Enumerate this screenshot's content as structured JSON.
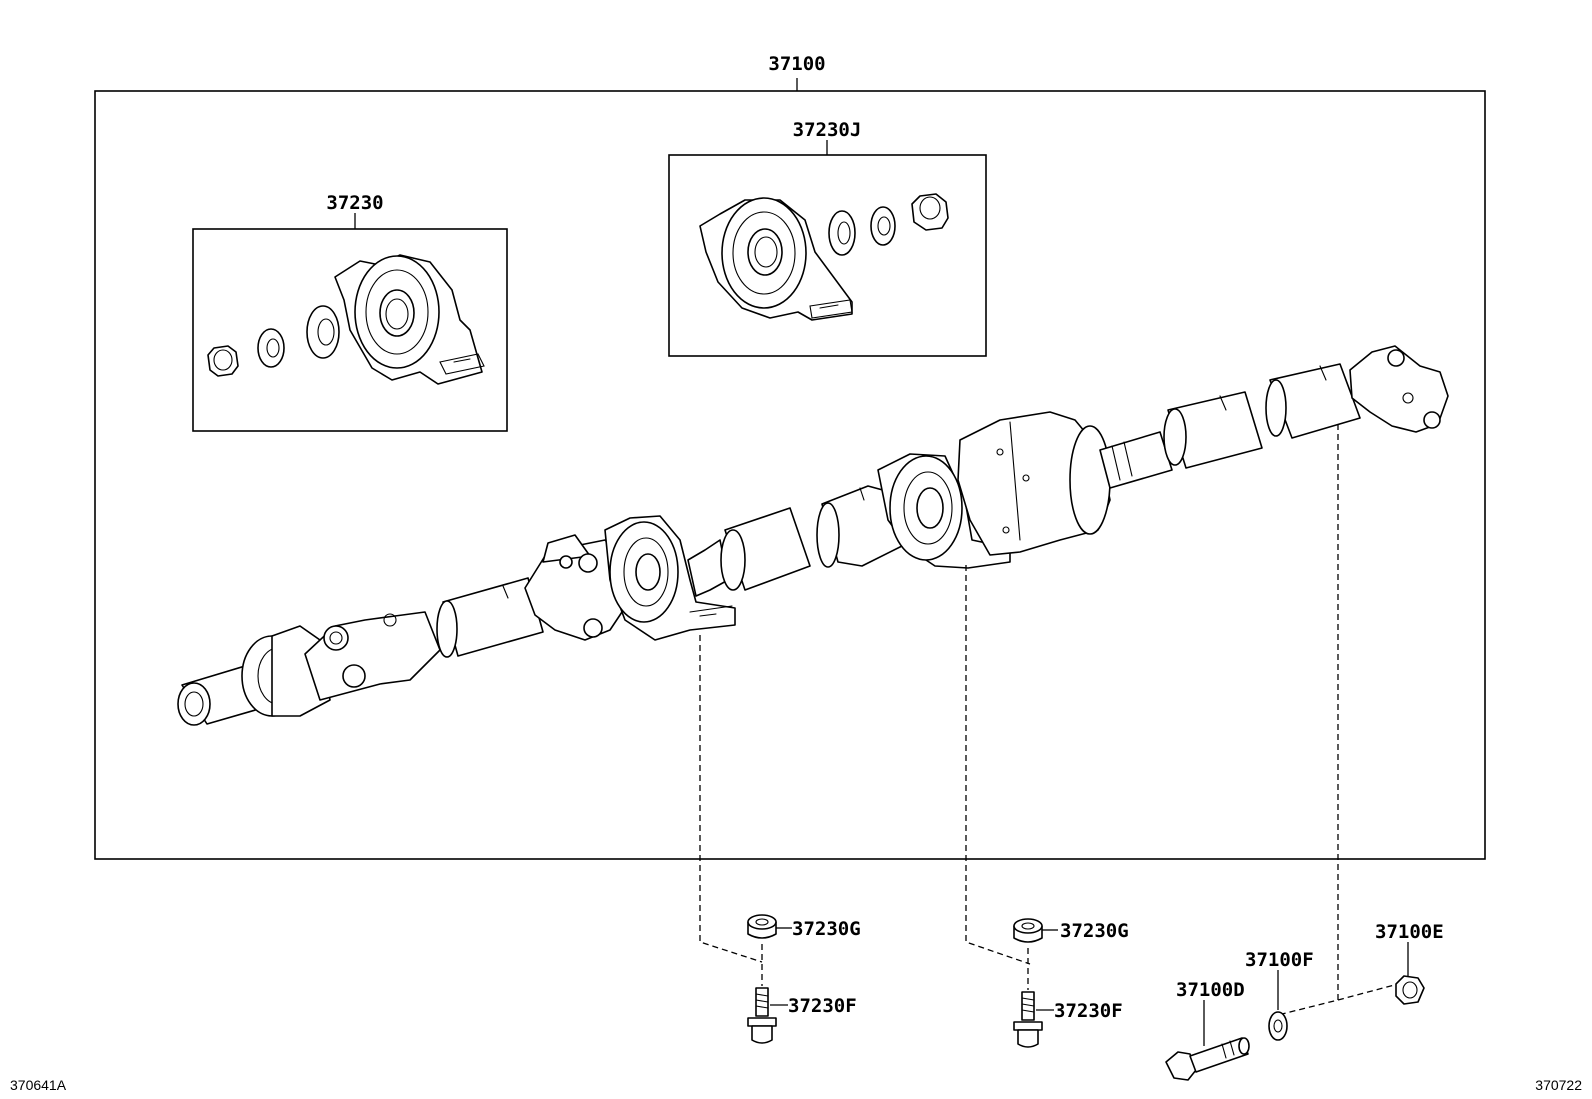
{
  "labels": {
    "assembly": "37100",
    "bearing_kit_left": "37230",
    "bearing_kit_right": "37230J",
    "spacer_left": "37230G",
    "bolt_left": "37230F",
    "spacer_right": "37230G",
    "bolt_right": "37230F",
    "flange_bolt": "37100D",
    "washer": "37100F",
    "nut": "37100E"
  },
  "footer": {
    "ref_left": "370641A",
    "ref_right": "370722"
  }
}
